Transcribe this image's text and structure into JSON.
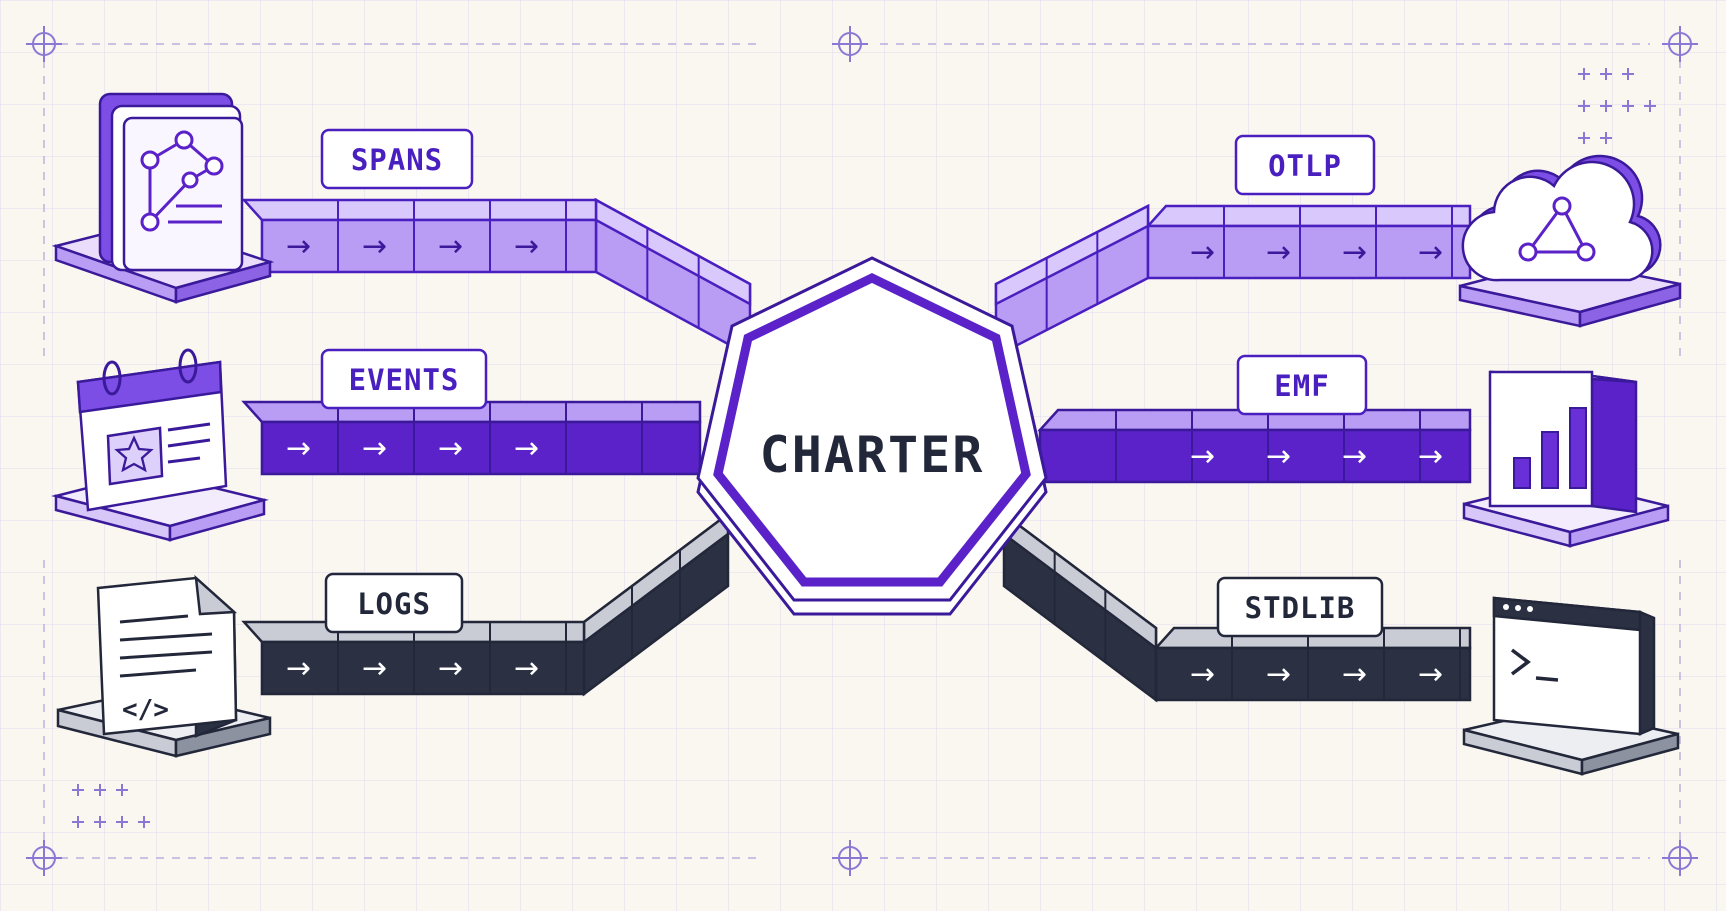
{
  "hub": {
    "label": "CHARTER"
  },
  "inputs": [
    {
      "label": "SPANS",
      "icon": "trace-document-icon",
      "color": "#b99cf3"
    },
    {
      "label": "EVENTS",
      "icon": "calendar-icon",
      "color": "#5a22c8"
    },
    {
      "label": "LOGS",
      "icon": "code-file-icon",
      "color": "#2b3142"
    }
  ],
  "outputs": [
    {
      "label": "OTLP",
      "icon": "cloud-icon",
      "color": "#b99cf3"
    },
    {
      "label": "EMF",
      "icon": "bar-chart-icon",
      "color": "#5a22c8"
    },
    {
      "label": "STDLIB",
      "icon": "terminal-icon",
      "color": "#2b3142"
    }
  ],
  "arrow_glyph": "→",
  "colors": {
    "background": "#faf7f1",
    "grid": "#e4def0",
    "outline": "#3a1a9a",
    "dark": "#23273a"
  }
}
